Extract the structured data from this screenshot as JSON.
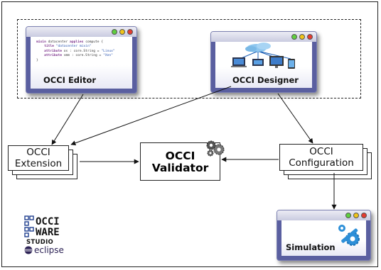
{
  "editor": {
    "title": "OCCI Editor",
    "code_lines": [
      [
        "mixin",
        " datacenter ",
        "applies",
        " compute {"
      ],
      [
        "    ",
        "title",
        " ",
        "\"datacenter mixin\""
      ],
      [
        "    ",
        "attribute",
        " os : core.String = ",
        "\"Linux\""
      ],
      [
        "    ",
        "attribute",
        " vmm : core.String = ",
        "\"Xen\""
      ],
      [
        "}",
        "",
        "",
        ""
      ]
    ]
  },
  "designer": {
    "title": "OCCI Designer"
  },
  "extension": {
    "line1": "OCCI",
    "line2": "Extension"
  },
  "validator": {
    "line1": "OCCI",
    "line2": "Validator"
  },
  "configuration": {
    "line1": "OCCI",
    "line2": "Configuration"
  },
  "simulation": {
    "title": "Simulation"
  },
  "logo": {
    "line1": "OCCI",
    "line2": "WARE",
    "studio": "STUDIO",
    "eclipse": "eclipse"
  },
  "colors": {
    "window_border": "#5a5fa0",
    "dot_green": "#5fcf3f",
    "dot_yellow": "#f0c419",
    "dot_red": "#e53b2f",
    "gear_blue": "#2d8fd8"
  }
}
